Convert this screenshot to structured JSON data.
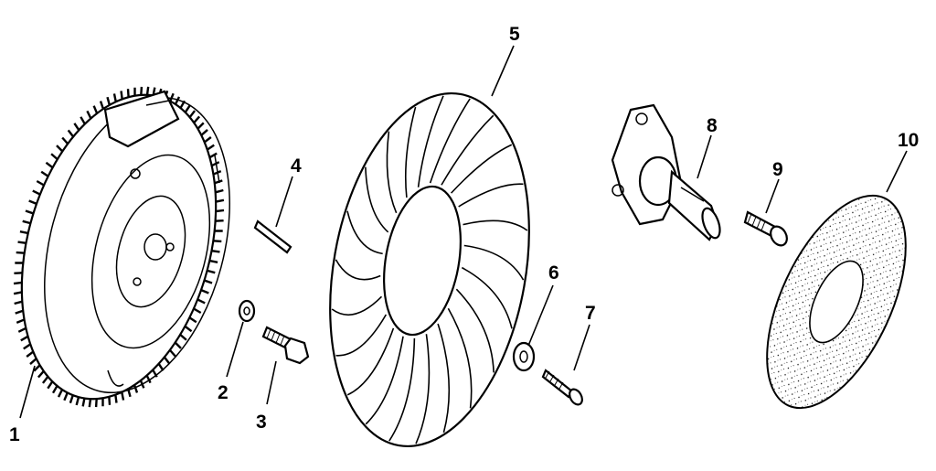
{
  "diagram": {
    "callouts": [
      {
        "id": "1",
        "label": "1"
      },
      {
        "id": "2",
        "label": "2"
      },
      {
        "id": "3",
        "label": "3"
      },
      {
        "id": "4",
        "label": "4"
      },
      {
        "id": "5",
        "label": "5"
      },
      {
        "id": "6",
        "label": "6"
      },
      {
        "id": "7",
        "label": "7"
      },
      {
        "id": "8",
        "label": "8"
      },
      {
        "id": "9",
        "label": "9"
      },
      {
        "id": "10",
        "label": "10"
      }
    ],
    "parts": [
      {
        "id": "1",
        "icon": "flywheel-icon"
      },
      {
        "id": "2",
        "icon": "washer-icon"
      },
      {
        "id": "3",
        "icon": "bolt-icon"
      },
      {
        "id": "4",
        "icon": "key-icon"
      },
      {
        "id": "5",
        "icon": "fan-icon"
      },
      {
        "id": "6",
        "icon": "washer-icon"
      },
      {
        "id": "7",
        "icon": "screw-icon"
      },
      {
        "id": "8",
        "icon": "hub-adapter-icon"
      },
      {
        "id": "9",
        "icon": "screw-icon"
      },
      {
        "id": "10",
        "icon": "screen-disc-icon"
      }
    ]
  }
}
